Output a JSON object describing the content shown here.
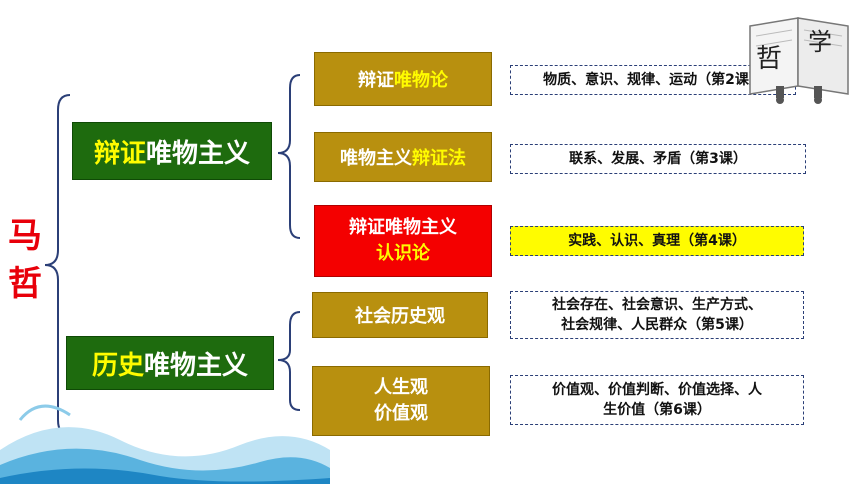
{
  "root": {
    "char1": "马",
    "char2": "哲"
  },
  "categories": [
    {
      "prefix": "辩证",
      "suffix": "唯物主义"
    },
    {
      "prefix": "历史",
      "suffix": "唯物主义"
    }
  ],
  "topics": [
    {
      "plain": "辩证",
      "highlight": "唯物论",
      "order": "plain-first"
    },
    {
      "plain": "唯物主义",
      "highlight": "辩证法",
      "order": "plain-first"
    },
    {
      "line1": "辩证唯物主义",
      "line2": "认识论"
    },
    {
      "line1": "社会历史观"
    },
    {
      "line1": "人生观",
      "line2": "价值观"
    }
  ],
  "notes": [
    "物质、意识、规律、运动（第2课）",
    "联系、发展、矛盾（第3课）",
    "实践、认识、真理（第4课）",
    {
      "line1": "社会存在、社会意识、生产方式、",
      "line2": "社会规律、人民群众（第5课）"
    },
    {
      "line1": "价值观、价值判断、价值选择、人",
      "line2": "生价值（第6课）"
    }
  ],
  "logo": {
    "char1": "哲",
    "char2": "学"
  },
  "colors": {
    "gold": "#b8900f",
    "green": "#1e6b0e",
    "red": "#f40000",
    "highlight": "#fffc00",
    "bracket": "#2b3f77"
  }
}
